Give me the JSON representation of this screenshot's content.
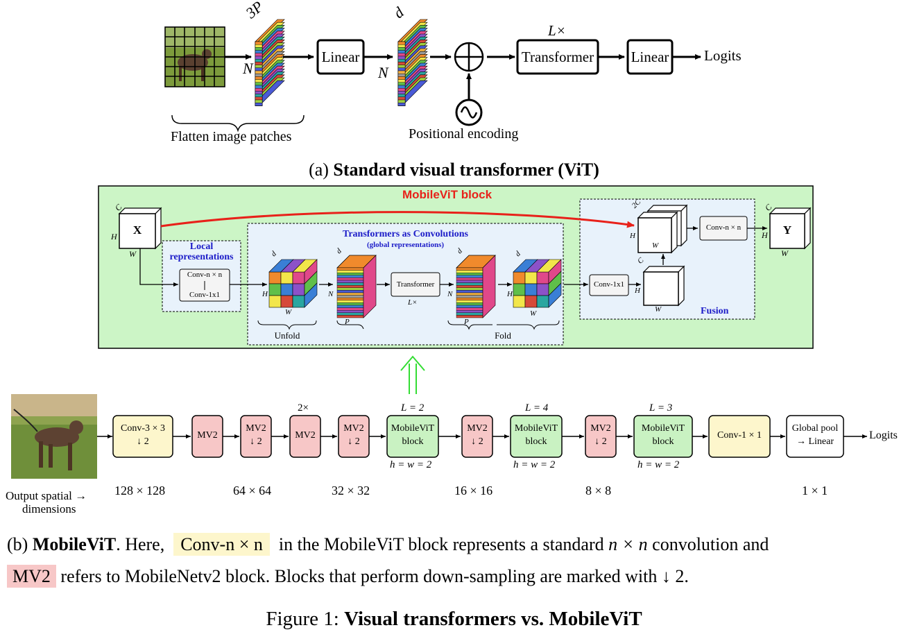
{
  "colors": {
    "mobilevit_panel": "#ccf5c6",
    "transformer_region": "#e8f2fb",
    "conv_yellow": "#fdf6cc",
    "mv2_red": "#f7c7c7",
    "mobilevit_green": "#c9f2c2",
    "red_arrow": "#e8211a",
    "blue_title": "#1c1cc8",
    "green_arrow": "#33dd33"
  },
  "vit": {
    "patch_label": "Flatten image patches",
    "dim_3p": "3P",
    "dim_n1": "N",
    "linear1": "Linear",
    "dim_n2": "N",
    "dim_d": "d",
    "positional_encoding": "Positional encoding",
    "repeat": "L×",
    "transformer": "Transformer",
    "linear2": "Linear",
    "logits": "Logits",
    "caption_prefix": "(a)",
    "caption_title": "Standard visual transformer (ViT)"
  },
  "block": {
    "title": "MobileViT block",
    "x_label": "X",
    "y_label": "Y",
    "c": "C",
    "h": "H",
    "w": "W",
    "local_title": "Local representations",
    "conv_nxn": "Conv-n × n",
    "conv_1x1": "Conv-1x1",
    "tac_title": "Transformers as Convolutions",
    "tac_subtitle": "(global representations)",
    "d": "d",
    "n": "N",
    "p": "P",
    "transformer": "Transformer",
    "repeat": "L×",
    "unfold": "Unfold",
    "fold": "Fold",
    "conv_1x1_b": "Conv-1x1",
    "two_c": "2C",
    "conv_nxn_b": "Conv-n × n",
    "fusion": "Fusion"
  },
  "pipeline": {
    "stages": [
      {
        "line1": "Conv-3 × 3",
        "line2": "↓ 2"
      },
      {
        "line1": "MV2",
        "line2": ""
      },
      {
        "line1": "MV2",
        "line2": "↓ 2"
      },
      {
        "line1": "MV2",
        "line2": ""
      },
      {
        "line1": "MV2",
        "line2": "↓ 2"
      },
      {
        "line1": "MobileViT",
        "line2": "block"
      },
      {
        "line1": "MV2",
        "line2": "↓ 2"
      },
      {
        "line1": "MobileViT",
        "line2": "block"
      },
      {
        "line1": "MV2",
        "line2": "↓ 2"
      },
      {
        "line1": "MobileViT",
        "line2": "block"
      },
      {
        "line1": "Conv-1 × 1",
        "line2": ""
      },
      {
        "line1": "Global pool",
        "line2": "→ Linear"
      }
    ],
    "repeat_2x": "2×",
    "l_labels": [
      "L = 2",
      "L = 4",
      "L = 3"
    ],
    "hw_labels": [
      "h = w = 2",
      "h = w = 2",
      "h = w = 2"
    ],
    "logits": "Logits",
    "output_label_1": "Output spatial →",
    "output_label_2": "dimensions",
    "dims": [
      "128 × 128",
      "64 × 64",
      "32 × 32",
      "16 × 16",
      "8 × 8",
      "1 × 1"
    ]
  },
  "caption_b": {
    "prefix": "(b)",
    "title": "MobileViT",
    "t1": ". Here,",
    "conv_chip": "Conv-n × n",
    "t2": "in the MobileViT block represents a standard",
    "math_nxn": "n × n",
    "t3": "convolution and",
    "mv2_chip": "MV2",
    "t4": "refers to MobileNetv2 block. Blocks that perform down-sampling are marked with ↓ 2."
  },
  "figure_caption": {
    "prefix": "Figure 1:",
    "title": "Visual transformers vs. MobileViT"
  }
}
